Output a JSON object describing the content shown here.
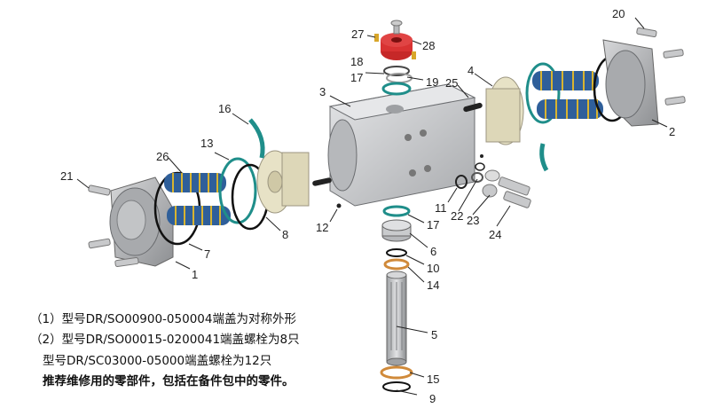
{
  "callouts": {
    "c1": "1",
    "c2": "2",
    "c3": "3",
    "c4": "4",
    "c5": "5",
    "c6": "6",
    "c7": "7",
    "c8": "8",
    "c9": "9",
    "c10": "10",
    "c11": "11",
    "c12": "12",
    "c13": "13",
    "c14": "14",
    "c15": "15",
    "c16": "16",
    "c17a": "17",
    "c17b": "17",
    "c18": "18",
    "c19": "19",
    "c20": "20",
    "c21": "21",
    "c22": "22",
    "c23": "23",
    "c24": "24",
    "c25": "25",
    "c26": "26",
    "c27": "27",
    "c28": "28"
  },
  "notes": {
    "line1": "（1）型号DR/SO00900-050004端盖为对称外形",
    "line2": "（2）型号DR/SO00015-0200041端盖螺栓为8只",
    "line3": "型号DR/SC03000-05000端盖螺栓为12只",
    "line4": "推荐维修用的零部件，包括在备件包中的零件。"
  },
  "colors": {
    "body": "#c9cbcd",
    "spring_blue": "#2f5f9a",
    "spring_yellow": "#d8b430",
    "oring_green": "#1f8e8a",
    "piston": "#e7e2c6",
    "cap": "#b8b9bb",
    "red_cap": "#c62828",
    "bronze": "#d08a3a"
  }
}
